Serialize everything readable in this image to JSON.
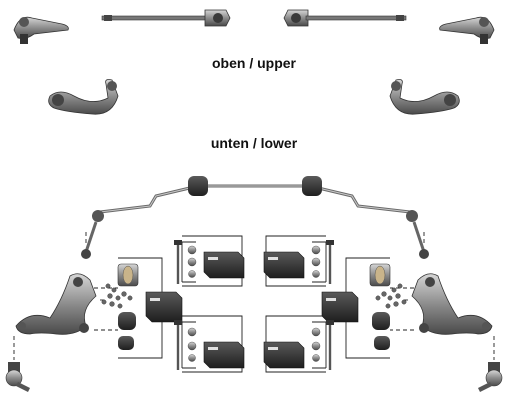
{
  "labels": {
    "upper": "oben / upper",
    "lower": "unten / lower"
  },
  "colors": {
    "background": "#ffffff",
    "metal": "#8a8a8a",
    "metal_dark": "#3a3a3a",
    "box": "#2b2b2b",
    "connector": "#222222"
  },
  "parts": {
    "top_row": [
      "outer-tie-rod-end",
      "inner-tie-rod",
      "inner-tie-rod",
      "outer-tie-rod-end"
    ],
    "upper_arms": [
      "upper-control-arm",
      "upper-control-arm"
    ],
    "lower_assembly": [
      "stabilizer-bar",
      "stabilizer-links",
      "lower-control-arms",
      "bushings",
      "ball-joints",
      "bolt-kits"
    ]
  }
}
